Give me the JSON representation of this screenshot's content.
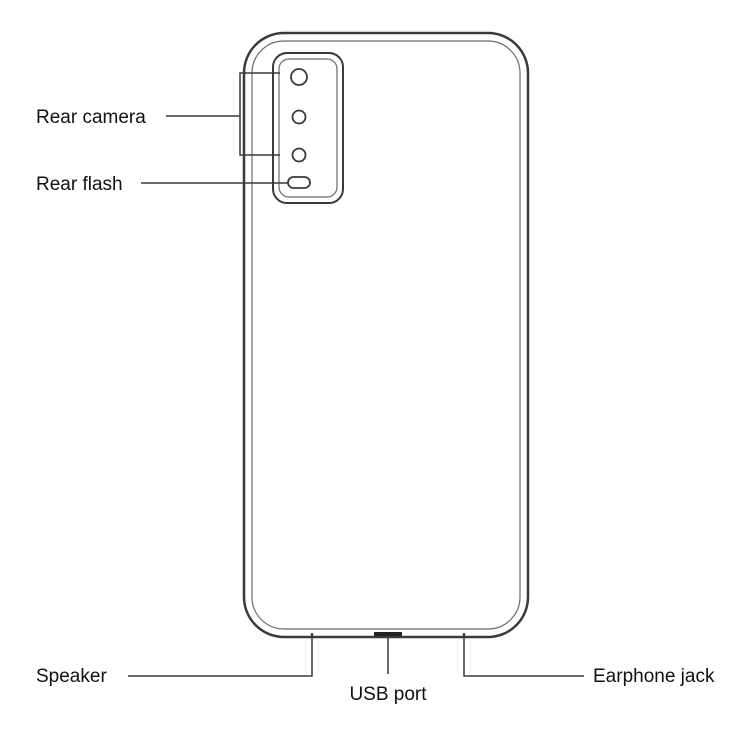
{
  "labels": {
    "rear_camera": "Rear camera",
    "rear_flash": "Rear flash",
    "speaker": "Speaker",
    "usb_port": "USB port",
    "earphone_jack": "Earphone jack"
  },
  "colors": {
    "line": "#3a3a3a",
    "text": "#111111",
    "background": "#ffffff"
  }
}
